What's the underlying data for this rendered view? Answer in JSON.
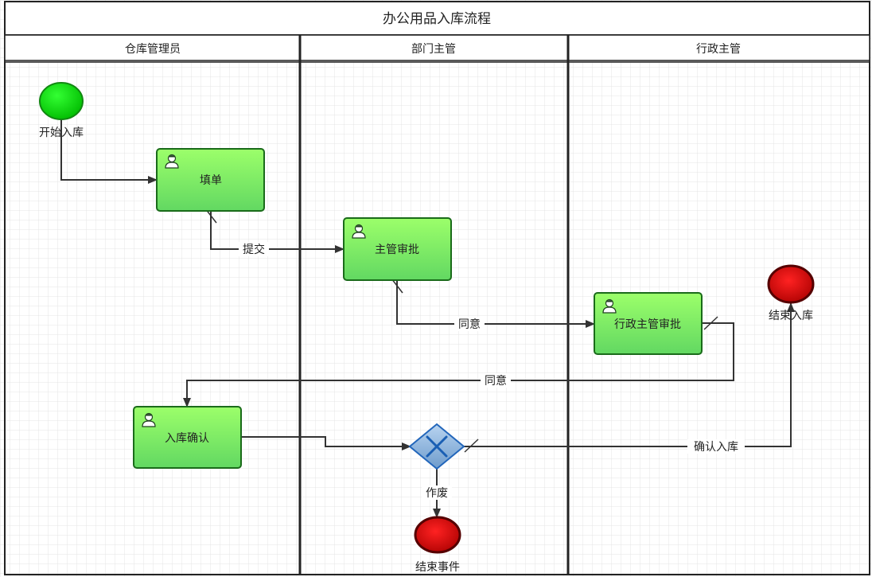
{
  "diagram": {
    "title": "办公用品入库流程",
    "lanes": [
      {
        "label": "仓库管理员"
      },
      {
        "label": "部门主管"
      },
      {
        "label": "行政主管"
      }
    ],
    "start_event": {
      "label": "开始入库",
      "color": "#00cc00"
    },
    "end_events": [
      {
        "label": "结束入库",
        "color": "#cc0000"
      },
      {
        "label": "结束事件",
        "color": "#cc0000"
      }
    ],
    "tasks": [
      {
        "label": "填单",
        "icon": "user-icon"
      },
      {
        "label": "主管审批",
        "icon": "user-icon"
      },
      {
        "label": "行政主管审批",
        "icon": "user-icon"
      },
      {
        "label": "入库确认",
        "icon": "user-icon"
      }
    ],
    "gateway": {
      "type": "exclusive",
      "icon": "x-icon"
    },
    "flows": {
      "submit": "提交",
      "approve_1": "同意",
      "approve_2": "同意",
      "confirm_in": "确认入库",
      "void": "作废"
    },
    "colors": {
      "task_fill_top": "#99ff66",
      "task_fill_bottom": "#66dd66",
      "task_border": "#1a6b1a",
      "gateway_fill": "#88b4e0",
      "gateway_border": "#2266bb",
      "line": "#333333",
      "grid": "#e6e6e6"
    }
  }
}
